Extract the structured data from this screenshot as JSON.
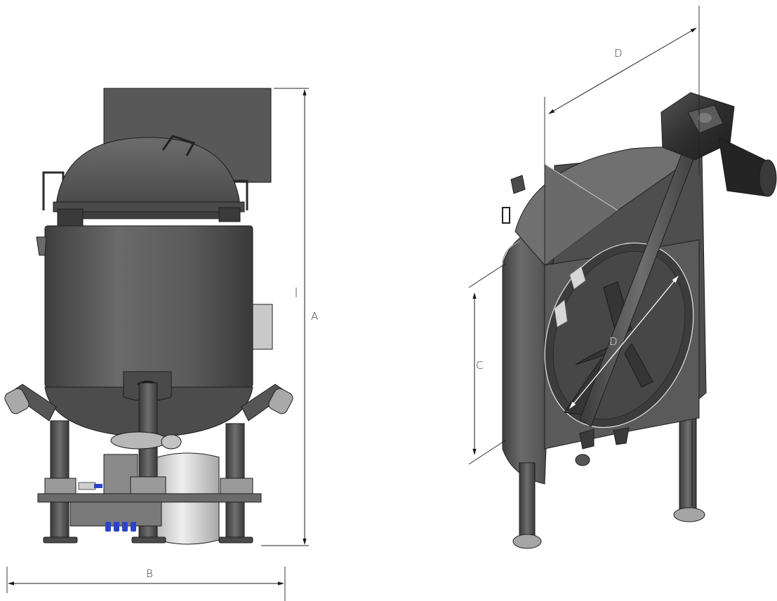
{
  "labels": {
    "dim_a": "A",
    "dim_b": "B",
    "dim_c": "C",
    "dim_d_top": "D",
    "dim_d_center": "D"
  },
  "colors": {
    "body": "#5e5e5e",
    "body_dark": "#3a3a3a",
    "body_light": "#8a8a8a",
    "steel_light": "#d9d9d9",
    "accent_blue": "#2a44c9",
    "line": "#1a1a1a"
  }
}
